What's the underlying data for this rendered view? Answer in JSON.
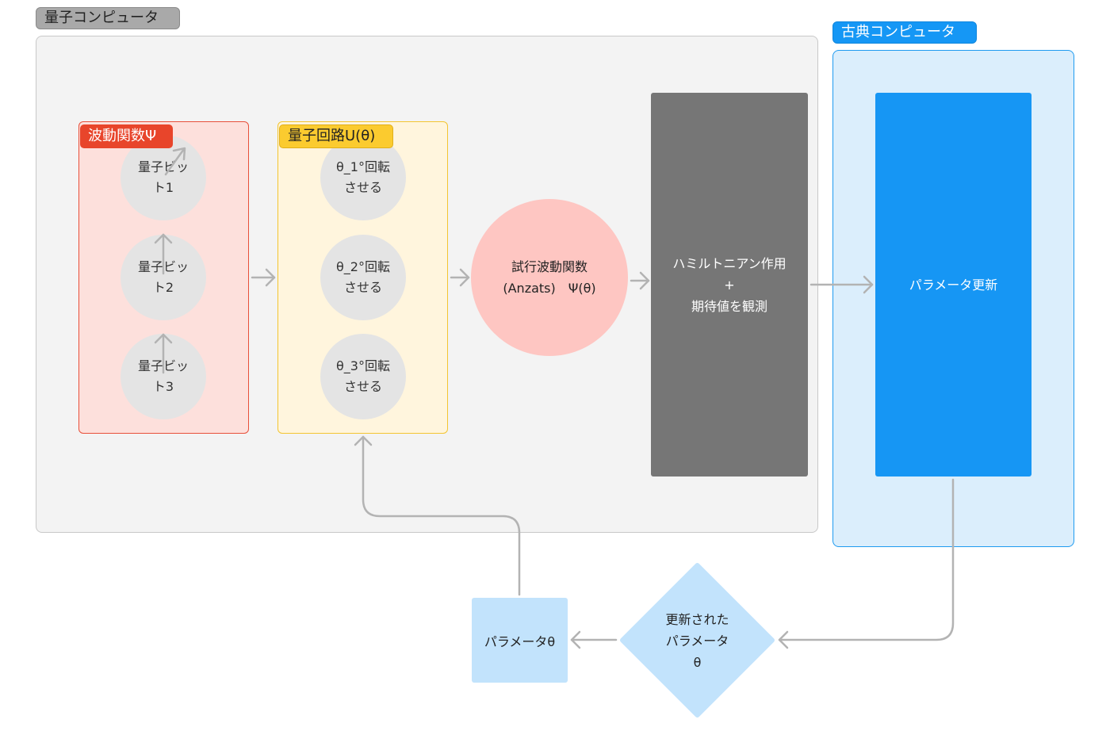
{
  "groups": {
    "quantum_label": "量子コンピュータ",
    "classical_label": "古典コンピュータ"
  },
  "wave_box": {
    "label": "波動関数Ψ",
    "qubits": [
      "量子ビッ\nト1",
      "量子ビッ\nト2",
      "量子ビッ\nト3"
    ]
  },
  "circuit_box": {
    "label": "量子回路U(θ)",
    "rotations": [
      "θ_1°回転\nさせる",
      "θ_2°回転\nさせる",
      "θ_3°回転\nさせる"
    ]
  },
  "ansatz": {
    "label": "試行波動関数\n(Anzats)　Ψ(θ)"
  },
  "hamiltonian": {
    "label": "ハミルトニアン作用\n+\n期待値を観測"
  },
  "param_update": {
    "label": "パラメータ更新"
  },
  "updated_params": {
    "label": "更新された\nパラメータ\nθ"
  },
  "param_theta": {
    "label": "パラメータθ"
  },
  "colors": {
    "quantum_group_bg": "#f3f3f3",
    "classical_group_bg": "#dbeefc",
    "classical_accent": "#1696f4",
    "wave_accent": "#e8452b",
    "circuit_accent": "#fbcb2f",
    "ansatz_fill": "#fec6c2",
    "hamiltonian_fill": "#767676",
    "arrow": "#b3b3b3"
  }
}
